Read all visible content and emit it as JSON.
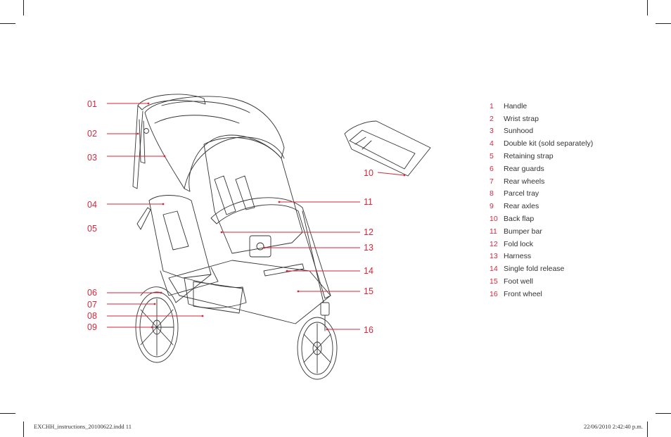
{
  "accent_color": "#d7263d",
  "callouts_left": [
    "01",
    "02",
    "03",
    "04",
    "05",
    "06",
    "07",
    "08",
    "09"
  ],
  "callouts_right": [
    "10",
    "11",
    "12",
    "13",
    "14",
    "15",
    "16"
  ],
  "legend": [
    {
      "num": "1",
      "label": "Handle"
    },
    {
      "num": "2",
      "label": "Wrist strap"
    },
    {
      "num": "3",
      "label": "Sunhood"
    },
    {
      "num": "4",
      "label": "Double kit (sold separately)"
    },
    {
      "num": "5",
      "label": "Retaining strap"
    },
    {
      "num": "6",
      "label": "Rear guards"
    },
    {
      "num": "7",
      "label": "Rear wheels"
    },
    {
      "num": "8",
      "label": "Parcel tray"
    },
    {
      "num": "9",
      "label": "Rear axles"
    },
    {
      "num": "10",
      "label": "Back flap"
    },
    {
      "num": "11",
      "label": "Bumper bar"
    },
    {
      "num": "12",
      "label": "Fold lock"
    },
    {
      "num": "13",
      "label": "Harness"
    },
    {
      "num": "14",
      "label": "Single fold release"
    },
    {
      "num": "15",
      "label": "Foot well"
    },
    {
      "num": "16",
      "label": "Front wheel"
    }
  ],
  "footer": {
    "file": "EXCHH_instructions_20100622.indd   11",
    "timestamp": "22/06/2010   2:42:40 p.m."
  }
}
